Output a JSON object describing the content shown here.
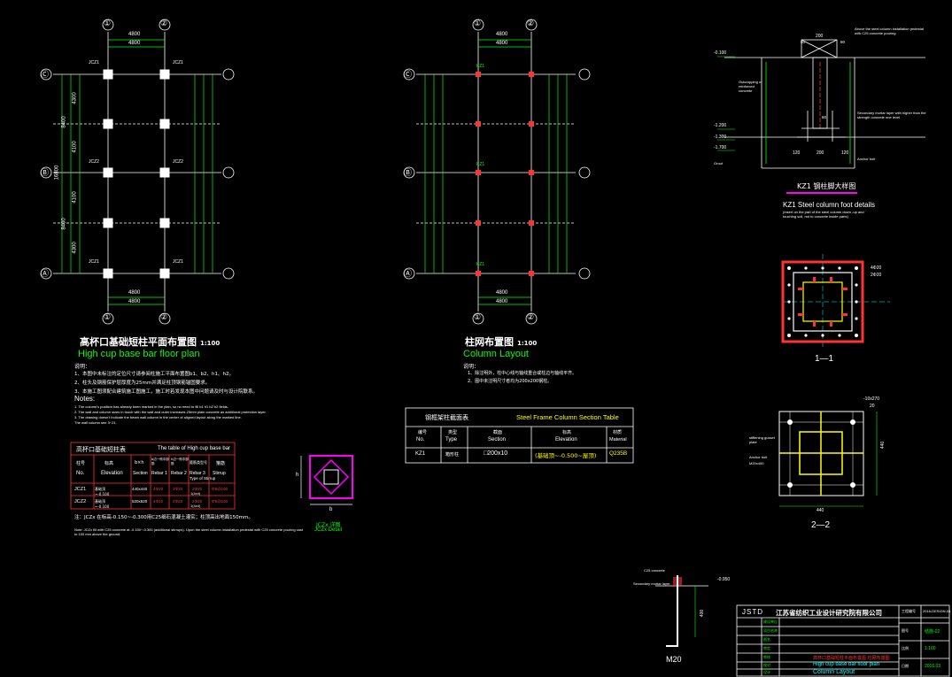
{
  "colors": {
    "bg": "#000000",
    "grid": "#00ff00",
    "axis": "#ffffff",
    "column": "#ff3333",
    "rebar": "#ffff00",
    "note": "#00ff00",
    "magenta": "#ff00ff",
    "dim": "#00ff00",
    "cyan": "#00ffff"
  },
  "plan1": {
    "title_cn": "高杯口基础短柱平面布置图",
    "scale": "1:100",
    "title_en": "High cup base bar floor plan",
    "axes_top": [
      "①",
      "②"
    ],
    "axes_side": [
      "Ⓒ",
      "Ⓑ",
      "Ⓐ"
    ],
    "dim_top": "4800",
    "dim_total": "16800",
    "dim_half": "8400",
    "dim_parts": [
      "4300",
      "4100",
      "4100",
      "4300"
    ],
    "col_labels": [
      "JCZ1",
      "JCZ2"
    ],
    "notes_heading": "说明：",
    "notes_cn": [
      "1、本图中未标注的定位尺寸请参阅柱施工平面布置图b1、b2、h1、h2。",
      "2、柱头及钢筋保护层厚度为25mm并满足柱顶钢筋锚固要求。",
      "3、本施工图须配合建筑施工图施工，施工时若发现本图中问题请及时与设计院联系。"
    ],
    "notes_en_heading": "Notes:",
    "notes_en": [
      "1. The column's position has already been marked in the plan, so no need to fill b1 h1 b2 h2 fields.",
      "2. The wall and column sizes in touch with the wall and outer increases 25mm plain concrete as additional protection layer.",
      "3. The drawing doesn't indicate the beam wall column in the center of aligned layout along the marked line.",
      "   The wall column see 3~21."
    ]
  },
  "plan2": {
    "title_cn": "柱网布置图",
    "scale": "1:100",
    "title_en": "Column Layout",
    "notes_heading": "说明：",
    "notes_cn": [
      "1、除注明外，柱中心线与轴线重合或柱边与轴线平齐。",
      "2、图中未注明尺寸者均为200x200钢柱。"
    ],
    "col_label": "KZ1"
  },
  "table1": {
    "title_cn": "高杯口基础短柱表",
    "title_en": "The table of High cup base bar",
    "headers": [
      "No.",
      "Elevation",
      "Section",
      "Rebar 1",
      "Rebar 2",
      "Rebar 3",
      "Type of Stirrup",
      "Stirrup"
    ],
    "headers_cn": [
      "柱号",
      "标高",
      "b×h",
      "b边一侧中部筋",
      "h边一侧中部筋",
      "箍筋类型号",
      "箍筋"
    ],
    "rows": [
      [
        "JCZ1",
        "基础顶~-0.100",
        "440x440",
        "4Φ20",
        "2Φ20",
        "2Φ20",
        "1(4x4)",
        "Φ8@100"
      ],
      [
        "JCZ2",
        "基础顶~-0.100",
        "520x520",
        "4Φ20",
        "2Φ20",
        "2Φ20",
        "1(4x4)",
        "Φ8@100"
      ]
    ],
    "footnote_cn": "注：JCZx 在标高-0.150~-0.300用C25细石混凝土灌实；柱顶高出地面150mm。",
    "footnote_en": "Note: JCZx fill with C25 concrete at -0.150~-0.300 (additional stirrups). Upon the steel column installation pedestal with C25 concrete pouring cast to 150 mm above the ground."
  },
  "detail_jcz": {
    "title_cn": "JCZx 详图",
    "title_en": "JCZx Detail",
    "b": "b",
    "h": "h"
  },
  "table2": {
    "title_cn": "钢框架柱截面表",
    "title_en": "Steel Frame Column Section Table",
    "headers_cn": [
      "编号",
      "类型",
      "截面",
      "标高",
      "材质"
    ],
    "headers": [
      "No.",
      "Type",
      "Section",
      "Elevation",
      "Material"
    ],
    "row": [
      "KZ1",
      "箱形柱",
      "□200x10",
      "(基础顶~-0.500~屋顶)",
      "Q235B"
    ]
  },
  "foot": {
    "title_cn": "KZ1 钢柱脚大样图",
    "title_en": "KZ1 Steel column foot details",
    "sub_en": "(Insert on the part of the steel column down -up and touching soil, not to concrete inside parts)",
    "levels": [
      "-0.100",
      "-1.200",
      "-1.300",
      "-1.700"
    ],
    "dims": [
      "200",
      "120",
      "120",
      "200",
      "60",
      "80",
      "60"
    ],
    "callouts": [
      "Above the steel column installation pedestal with C25 concrete pouring",
      "Outcropping of reinforced concrete",
      "Anchor bolt",
      "Secondary mortar layer with higher than the strength concrete one level",
      "Grout"
    ]
  },
  "sec11": {
    "label": "1—1",
    "callouts": [
      "4Φ20",
      "2Φ20"
    ]
  },
  "sec22": {
    "label": "2—2",
    "dims": [
      "440",
      "440",
      "20"
    ],
    "callouts": [
      "-10x270",
      "stiffening gusset plate",
      "Anchor bolt",
      "M20x400"
    ]
  },
  "bolt": {
    "label": "M20",
    "level": "-0.950",
    "dims": [
      "400"
    ],
    "callouts": [
      "C25 concrete",
      "Secondary mortar layer"
    ]
  },
  "titleblock": {
    "logo": "JSTD",
    "company": "江苏省纺织工业设计研究院有限公司",
    "rows": [
      "建设单位",
      "项目名称",
      "图名",
      "审定",
      "审核",
      "校对",
      "设计",
      "制图"
    ],
    "drawing_cn": "高杯口基础短柱平面布置图 柱网布置图",
    "drawing_en1": "High cup base bar floor plan",
    "drawing_en2": "Column Layout",
    "right": [
      "工程编号",
      "图号",
      "比例",
      "日期"
    ],
    "right_vals": [
      "2016-DESIGN-04",
      "结施-02",
      "1:100",
      "2016.03"
    ]
  }
}
